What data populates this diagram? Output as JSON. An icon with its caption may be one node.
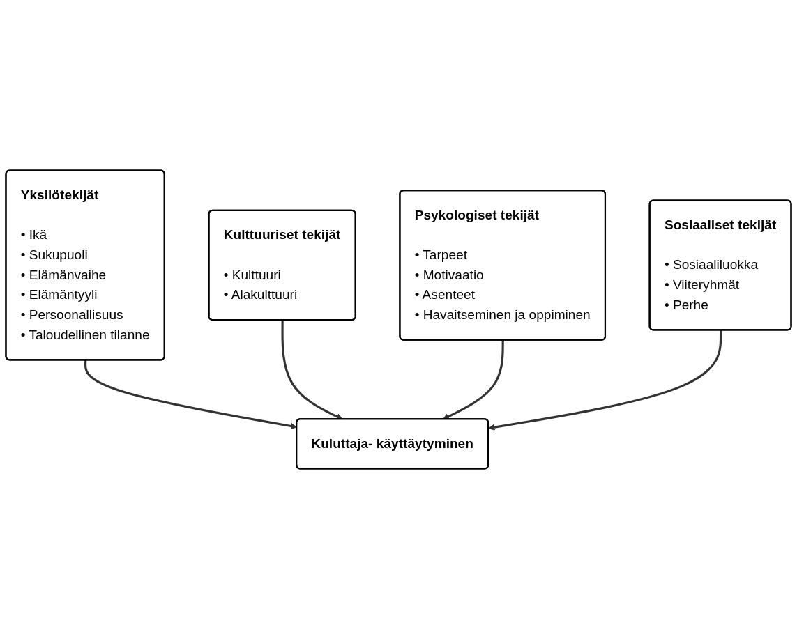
{
  "diagram": {
    "nodes": [
      {
        "text": [
          "Yksilötekijät",
          "• Ikä",
          "• Sukupuoli",
          "• Elämänvaihe",
          "• Elämäntyyli",
          "• Persoonallisuus",
          "• Taloudellinen tilanne"
        ]
      },
      {
        "text": [
          "Kulttuuriset tekijät",
          "• Kulttuuri",
          "• Alakulttuuri"
        ]
      },
      {
        "text": [
          "Kuluttaja- käyttäytyminen"
        ]
      },
      {
        "text": [
          "Psykologiset tekijät",
          "• Tarpeet",
          "• Motivaatio",
          "• Asenteet",
          "• Havaitseminen ja oppiminen"
        ]
      },
      {
        "text": [
          "Sosiaaliset tekijät",
          "• Sosiaaliluokka",
          "• Viiteryhmät",
          "• Perhe"
        ]
      }
    ],
    "edges": [
      {
        "from": 0,
        "to": 2,
        "arrow": "to"
      },
      {
        "from": 1,
        "to": 2,
        "arrow": "to"
      },
      {
        "from": 3,
        "to": 2,
        "arrow": "to"
      },
      {
        "from": 4,
        "to": 2,
        "arrow": "to"
      }
    ]
  }
}
